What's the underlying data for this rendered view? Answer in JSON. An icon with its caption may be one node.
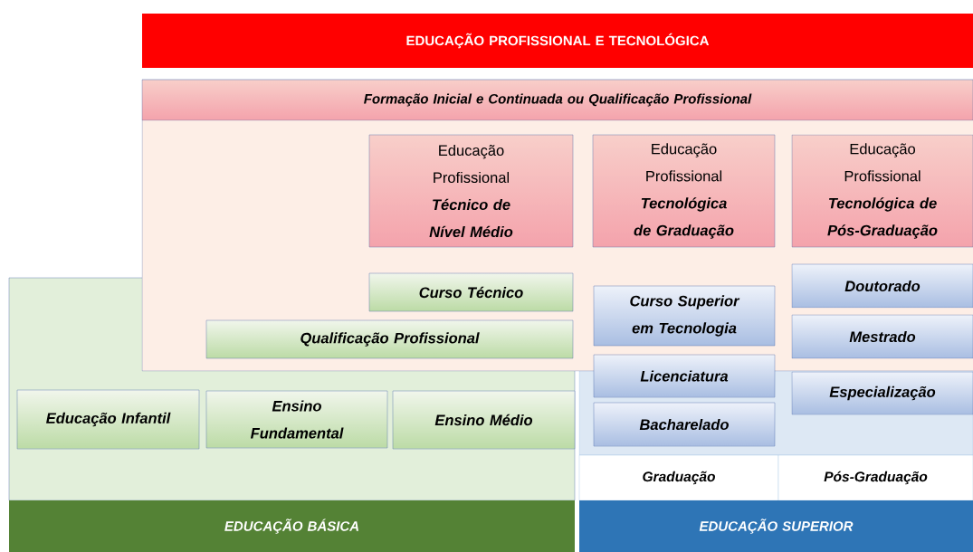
{
  "diagram": {
    "nodes": [
      {
        "text": [
          "EDUCAÇÃO PROFISSIONAL E TECNOLÓGICA"
        ]
      },
      {
        "text": [
          "Formação Inicial e Continuada ou Qualificação Profissional"
        ]
      },
      {
        "text": [
          "Educação Profissional",
          "Técnico de Nível Médio"
        ]
      },
      {
        "text": [
          "Educação Profissional",
          "Tecnológica de Graduação"
        ]
      },
      {
        "text": [
          "Educação Profissional",
          "Tecnológica de Pós-Graduação"
        ]
      },
      {
        "text": [
          "Curso Técnico"
        ]
      },
      {
        "text": [
          "Qualificação Profissional"
        ]
      },
      {
        "text": [
          "Curso Superior em Tecnologia"
        ]
      },
      {
        "text": [
          "Licenciatura"
        ]
      },
      {
        "text": [
          "Bacharelado"
        ]
      },
      {
        "text": [
          "Doutorado"
        ]
      },
      {
        "text": [
          "Mestrado"
        ]
      },
      {
        "text": [
          "Especialização"
        ]
      },
      {
        "text": [
          "Educação Infantil"
        ]
      },
      {
        "text": [
          "Ensino Fundamental"
        ]
      },
      {
        "text": [
          "Ensino Médio"
        ]
      },
      {
        "text": [
          "Graduação"
        ]
      },
      {
        "text": [
          "Pós-Graduação"
        ]
      },
      {
        "text": [
          "EDUCAÇÃO BÁSICA"
        ]
      },
      {
        "text": [
          "EDUCAÇÃO SUPERIOR"
        ]
      }
    ]
  }
}
